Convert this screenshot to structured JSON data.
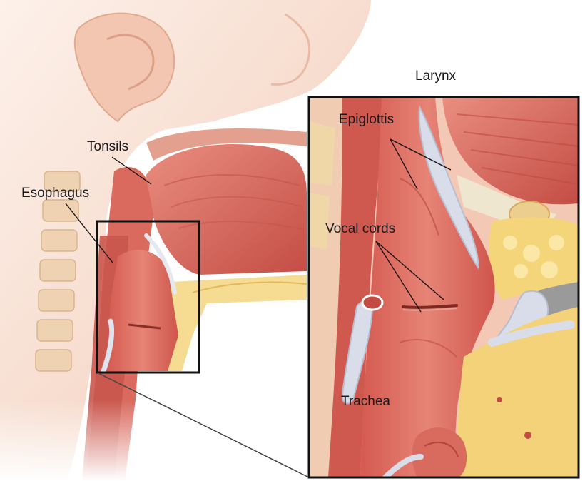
{
  "labels": {
    "larynx": "Larynx",
    "tonsils": "Tonsils",
    "esophagus": "Esophagus",
    "epiglottis": "Epiglottis",
    "vocal_cords": "Vocal cords",
    "trachea": "Trachea"
  },
  "colors": {
    "skin": "#f6d7c6",
    "skin_light": "#fbe9df",
    "muscle": "#d9655a",
    "muscle_dark": "#b8413a",
    "mucosa": "#e9897c",
    "fat": "#f3d27a",
    "cartilage": "#d6dbe8",
    "bone": "#f1d2a8",
    "frame": "#111111",
    "gray": "#9a9a9a"
  }
}
